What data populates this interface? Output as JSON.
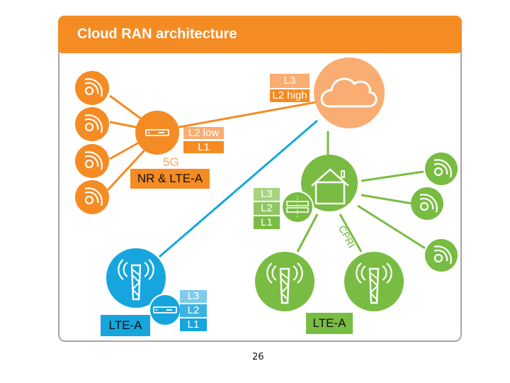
{
  "header": {
    "title": "Cloud RAN architecture"
  },
  "colors": {
    "orange": "#f58b23",
    "orange_light": "#f9ad72",
    "green": "#79bc43",
    "green_light": "#a7d37f",
    "blue": "#16a6dd",
    "blue_light": "#7fcbeb",
    "border": "#a6a6a6"
  },
  "cloud_node": {
    "icon": "cloud-icon",
    "layers": [
      "L3",
      "L2 high"
    ]
  },
  "cluster_5g": {
    "icon": "server-unit-icon",
    "layers": [
      "L2 low",
      "L1"
    ],
    "caption": "5G",
    "tag": "NR & LTE-A",
    "antennas": [
      "wifi-signal-icon",
      "wifi-signal-icon",
      "wifi-signal-icon",
      "wifi-signal-icon"
    ]
  },
  "cluster_lte_green": {
    "icon": "house-icon",
    "server_icon": "server-rack-icon",
    "layers": [
      "L3",
      "L2",
      "L1"
    ],
    "link_label": "CPRI",
    "tag": "LTE-A",
    "antennas": [
      "wifi-signal-icon",
      "wifi-signal-icon",
      "wifi-signal-icon"
    ],
    "towers": [
      "cell-tower-icon",
      "cell-tower-icon"
    ]
  },
  "cluster_lte_blue": {
    "icon": "cell-tower-icon",
    "server_icon": "server-unit-icon",
    "layers": [
      "L3",
      "L2",
      "L1"
    ],
    "tag": "LTE-A"
  },
  "footer": {
    "page_number": "26"
  }
}
